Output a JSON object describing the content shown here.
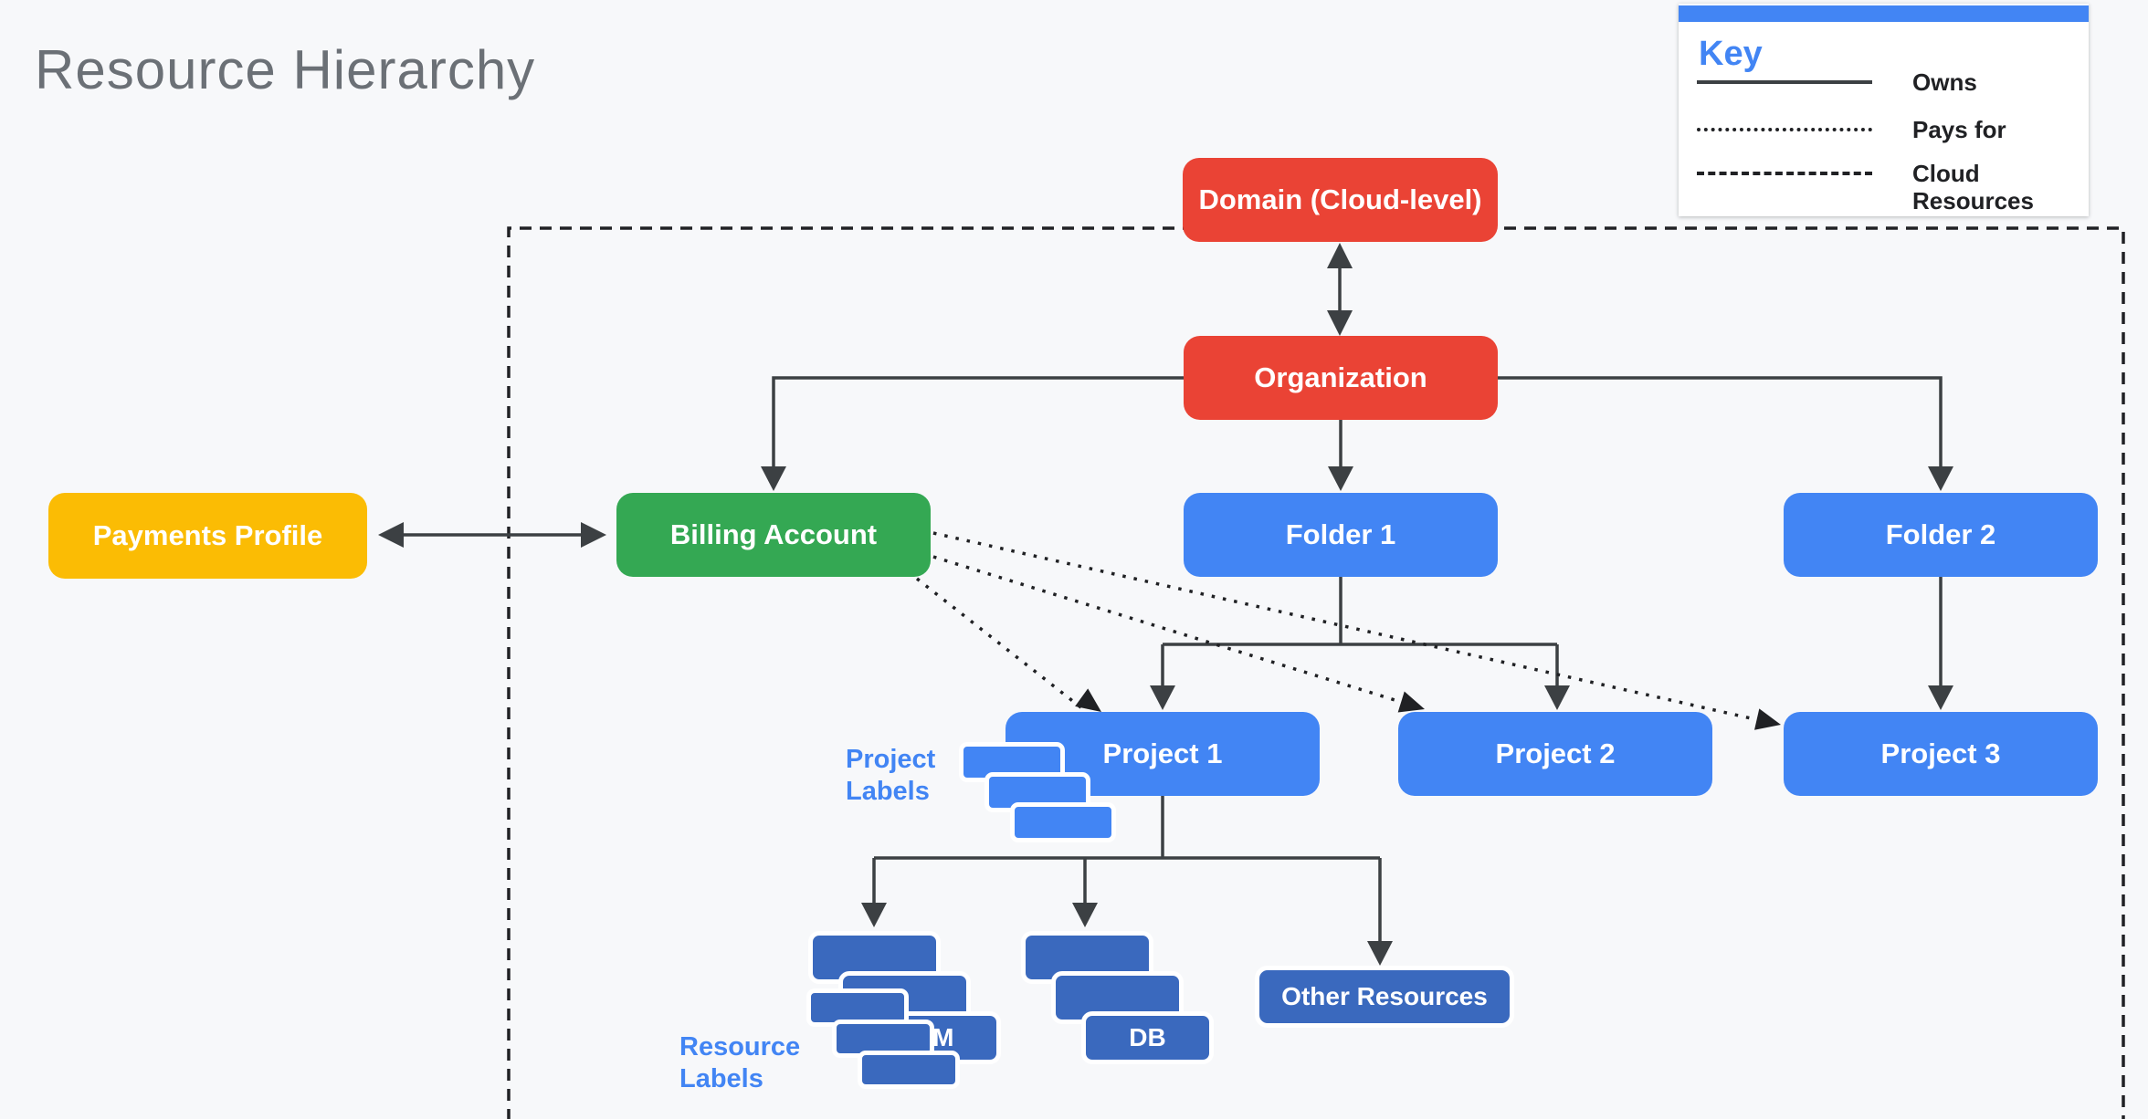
{
  "title": "Resource Hierarchy",
  "key": {
    "title": "Key",
    "entries": [
      {
        "style": "solid",
        "label": "Owns"
      },
      {
        "style": "dotted",
        "label": "Pays for"
      },
      {
        "style": "dashed",
        "label": "Cloud Resources"
      }
    ]
  },
  "nodes": {
    "domain": {
      "label": "Domain (Cloud-level)",
      "color": "#EA4335"
    },
    "organization": {
      "label": "Organization",
      "color": "#EA4335"
    },
    "payments_profile": {
      "label": "Payments Profile",
      "color": "#FBBC04"
    },
    "billing_account": {
      "label": "Billing Account",
      "color": "#34A853"
    },
    "folder1": {
      "label": "Folder 1",
      "color": "#4285F4"
    },
    "folder2": {
      "label": "Folder 2",
      "color": "#4285F4"
    },
    "project1": {
      "label": "Project 1",
      "color": "#4285F4"
    },
    "project2": {
      "label": "Project 2",
      "color": "#4285F4"
    },
    "project3": {
      "label": "Project 3",
      "color": "#4285F4"
    },
    "vm": {
      "label": "VM",
      "color": "#3A69BE"
    },
    "db": {
      "label": "DB",
      "color": "#3A69BE"
    },
    "other_resources": {
      "label": "Other Resources",
      "color": "#3A69BE"
    }
  },
  "annotations": {
    "project_labels": "Project Labels",
    "resource_labels": "Resource Labels"
  },
  "colors": {
    "background": "#F7F8FA",
    "red": "#EA4335",
    "green": "#34A853",
    "yellow": "#FBBC04",
    "blue": "#4285F4",
    "dark_blue": "#3A69BE",
    "connector": "#3C4043",
    "dashed_boundary": "#202124",
    "title_gray": "#6B7076"
  }
}
